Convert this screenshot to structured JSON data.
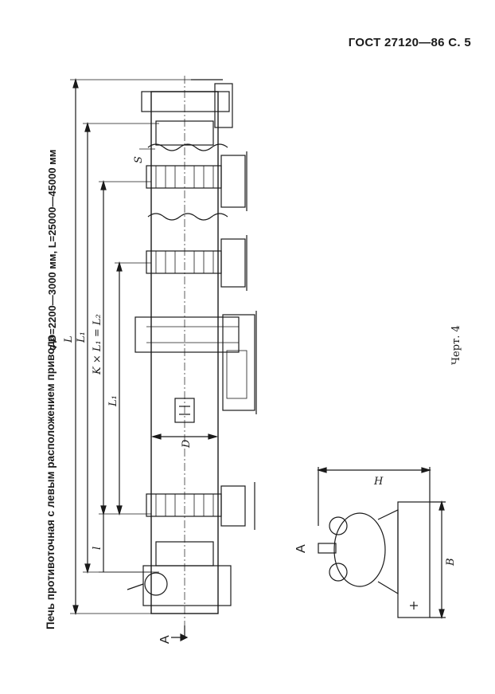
{
  "header": {
    "standard": "ГОСТ 27120—86 С. 5"
  },
  "title": "Печь противоточная с левым расположением привода",
  "subtitle": "с D=2200—3000 мм, L=25000—45000 мм",
  "caption": "Черт. 4",
  "drawing_labels": {
    "overall_length": "L",
    "l1_top": "L₁",
    "k_formula": "K × L₁ = L₂",
    "l1_mid": "L₁",
    "l_small": "l",
    "s_gap": "S",
    "diameter": "D",
    "view_marker_main": "A",
    "view_marker_side": "A",
    "height": "H",
    "width": "B"
  },
  "colors": {
    "ink": "#1a1a1a",
    "paper": "#ffffff"
  }
}
